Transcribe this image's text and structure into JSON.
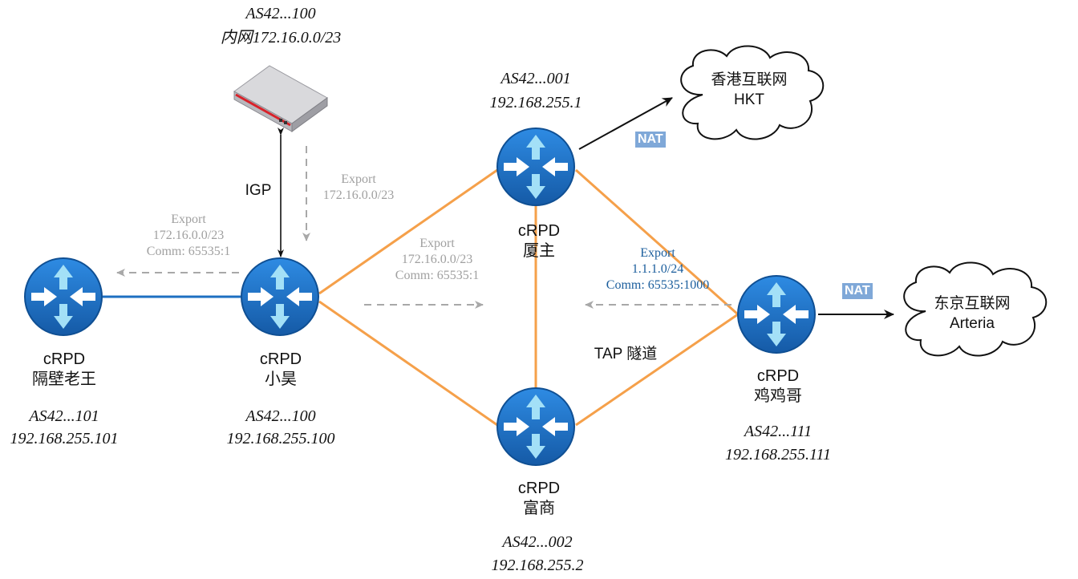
{
  "colors": {
    "router_blue": "#1d6fc1",
    "router_blue_light": "#2e8be3",
    "arrow_light_blue": "#9fdcf5",
    "link_orange": "#f5a04a",
    "link_blue": "#1d6fc1",
    "export_gray": "#a0a0a0",
    "export_blue": "#1a5d9c",
    "nat_badge": "#7fa8d8"
  },
  "top_device": {
    "icon": "server-appliance-icon",
    "as": "AS42...100",
    "network": "内网172.16.0.0/23"
  },
  "routers": {
    "wang": {
      "icon": "router-icon",
      "name1": "cRPD",
      "name2": "隔壁老王",
      "as": "AS42...101",
      "ip": "192.168.255.101"
    },
    "wu": {
      "icon": "router-icon",
      "name1": "cRPD",
      "name2": "小昊",
      "as": "AS42...100",
      "ip": "192.168.255.100"
    },
    "xia": {
      "icon": "router-icon",
      "name1": "cRPD",
      "name2": "厦主",
      "as": "AS42...001",
      "ip": "192.168.255.1"
    },
    "fu": {
      "icon": "router-icon",
      "name1": "cRPD",
      "name2": "富商",
      "as": "AS42...002",
      "ip": "192.168.255.2"
    },
    "ji": {
      "icon": "router-icon",
      "name1": "cRPD",
      "name2": "鸡鸡哥",
      "as": "AS42...111",
      "ip": "192.168.255.111"
    }
  },
  "clouds": {
    "hkt": {
      "icon": "cloud-icon",
      "line1": "香港互联网",
      "line2": "HKT"
    },
    "arteria": {
      "icon": "cloud-icon",
      "line1": "东京互联网",
      "line2": "Arteria"
    }
  },
  "badges": {
    "nat_hkt": "NAT",
    "nat_arteria": "NAT"
  },
  "annotations": {
    "igp": "IGP",
    "tap": "TAP 隧道",
    "export_down": {
      "l1": "Export",
      "l2": "172.16.0.0/23"
    },
    "export_left": {
      "l1": "Export",
      "l2": "172.16.0.0/23",
      "l3": "Comm: 65535:1"
    },
    "export_right": {
      "l1": "Export",
      "l2": "172.16.0.0/23",
      "l3": "Comm: 65535:1"
    },
    "export_ji": {
      "l1": "Export",
      "l2": "1.1.1.0/24",
      "l3": "Comm: 65535:1000"
    }
  }
}
